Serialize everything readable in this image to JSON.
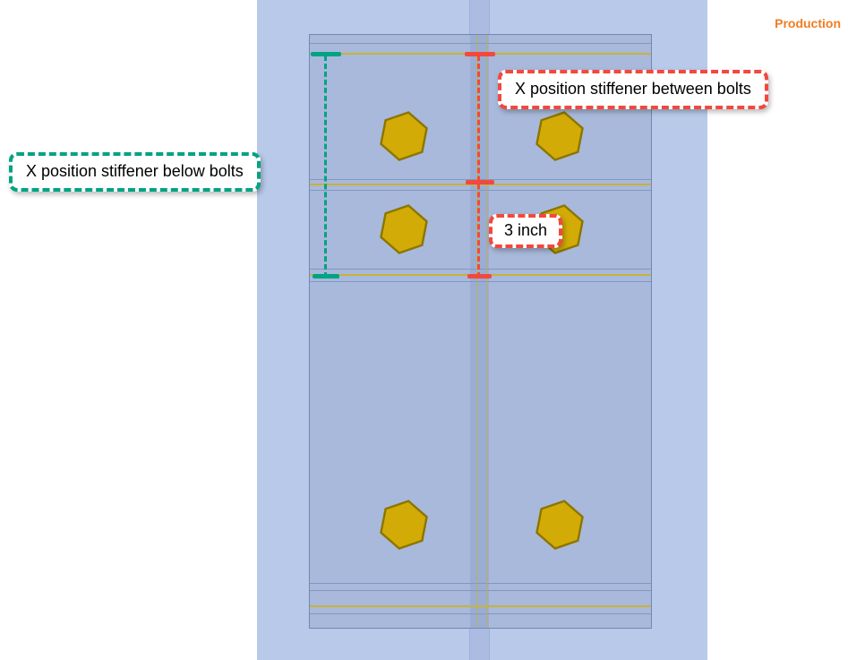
{
  "header": {
    "watermark": "Production"
  },
  "annotations": {
    "between_bolts": {
      "label": "X position stiffener between bolts"
    },
    "below_bolts": {
      "label": "X position stiffener below bolts"
    },
    "dimension": {
      "label": "3 inch"
    }
  },
  "colors": {
    "annotation_red": "#f2483e",
    "annotation_teal": "#00a383",
    "watermark_orange": "#f07d22",
    "bolt_gold": "#d2ab06",
    "plate_blue": "#a8b9db",
    "flange_blue": "#b8c9e9",
    "weld_yellow": "#c8b23a"
  },
  "scene": {
    "bolt_count": 6,
    "bolt_shape": "hexagon"
  }
}
